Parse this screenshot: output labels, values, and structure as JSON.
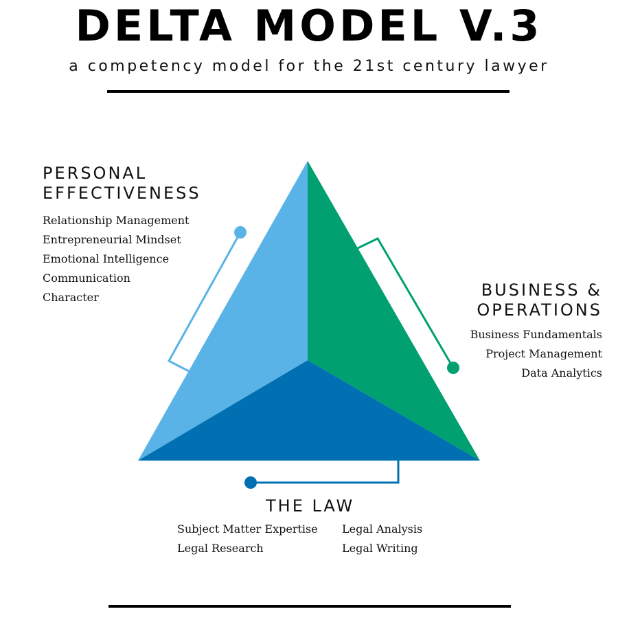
{
  "header": {
    "title": "DELTA MODEL V.3",
    "subtitle": "a competency model for the 21st century lawyer"
  },
  "colors": {
    "personal": "#5AB3E6",
    "business": "#00A070",
    "law": "#0070B2",
    "rule": "#000000"
  },
  "personal_effectiveness": {
    "heading_line1": "PERSONAL",
    "heading_line2": "EFFECTIVENESS",
    "items": [
      "Relationship Management",
      "Entrepreneurial Mindset",
      "Emotional Intelligence",
      "Communication",
      "Character"
    ]
  },
  "business_operations": {
    "heading_line1": "BUSINESS &",
    "heading_line2": "OPERATIONS",
    "items": [
      "Business Fundamentals",
      "Project Management",
      "Data Analytics"
    ]
  },
  "the_law": {
    "heading": "THE LAW",
    "items_left": [
      "Subject Matter Expertise",
      "Legal Research"
    ],
    "items_right": [
      "Legal Analysis",
      "Legal Writing"
    ]
  }
}
